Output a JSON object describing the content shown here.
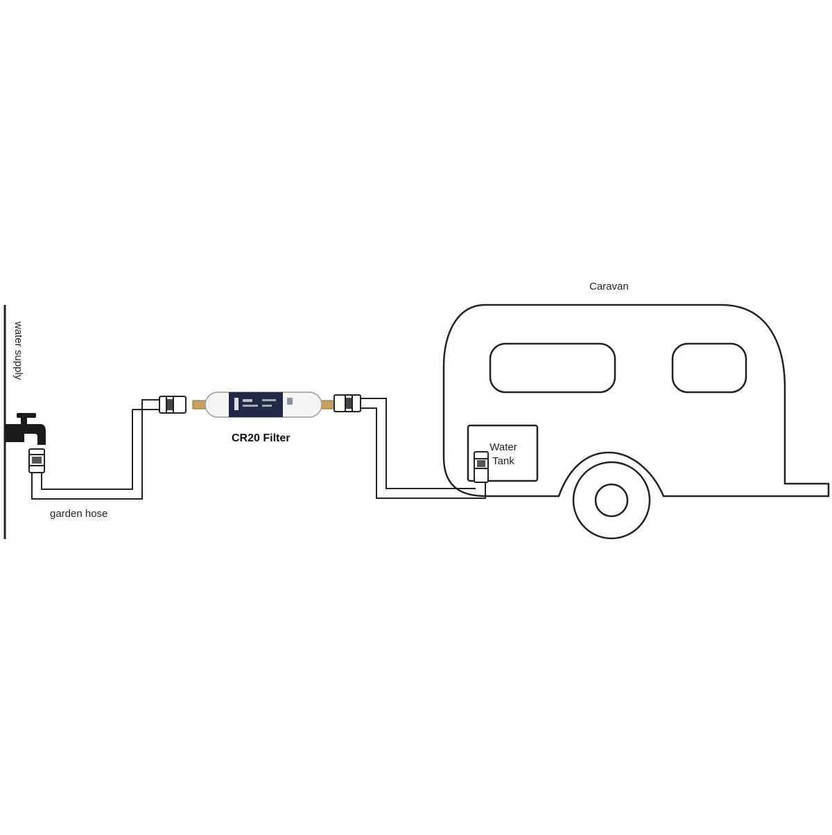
{
  "labels": {
    "water_supply": "water supply",
    "garden_hose": "garden hose",
    "filter": "CR20 Filter",
    "caravan": "Caravan",
    "water_tank_line1": "Water",
    "water_tank_line2": "Tank"
  },
  "colors": {
    "line": "#222222",
    "filter_label_band": "#1f2b48",
    "brass_fitting": "#c9a15a",
    "background": "#ffffff"
  },
  "icons": {
    "tap": "tap-icon",
    "hose_connector": "hose-connector-icon",
    "filter_cartridge": "filter-cartridge-icon",
    "caravan": "caravan-icon",
    "wheel": "wheel-icon"
  }
}
